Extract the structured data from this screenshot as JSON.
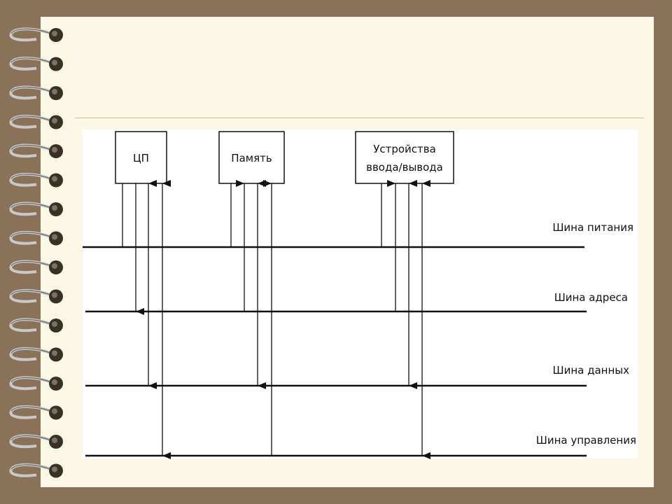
{
  "boxes": {
    "cpu": "ЦП",
    "memory": "Память",
    "io_line1": "Устройства",
    "io_line2": "ввода/вывода"
  },
  "buses": {
    "power": "Шина питания",
    "address": "Шина адреса",
    "data": "Шина данных",
    "control": "Шина управления"
  },
  "colors": {
    "background": "#8a7258",
    "slide": "#fbf9e6",
    "line": "#111111"
  }
}
